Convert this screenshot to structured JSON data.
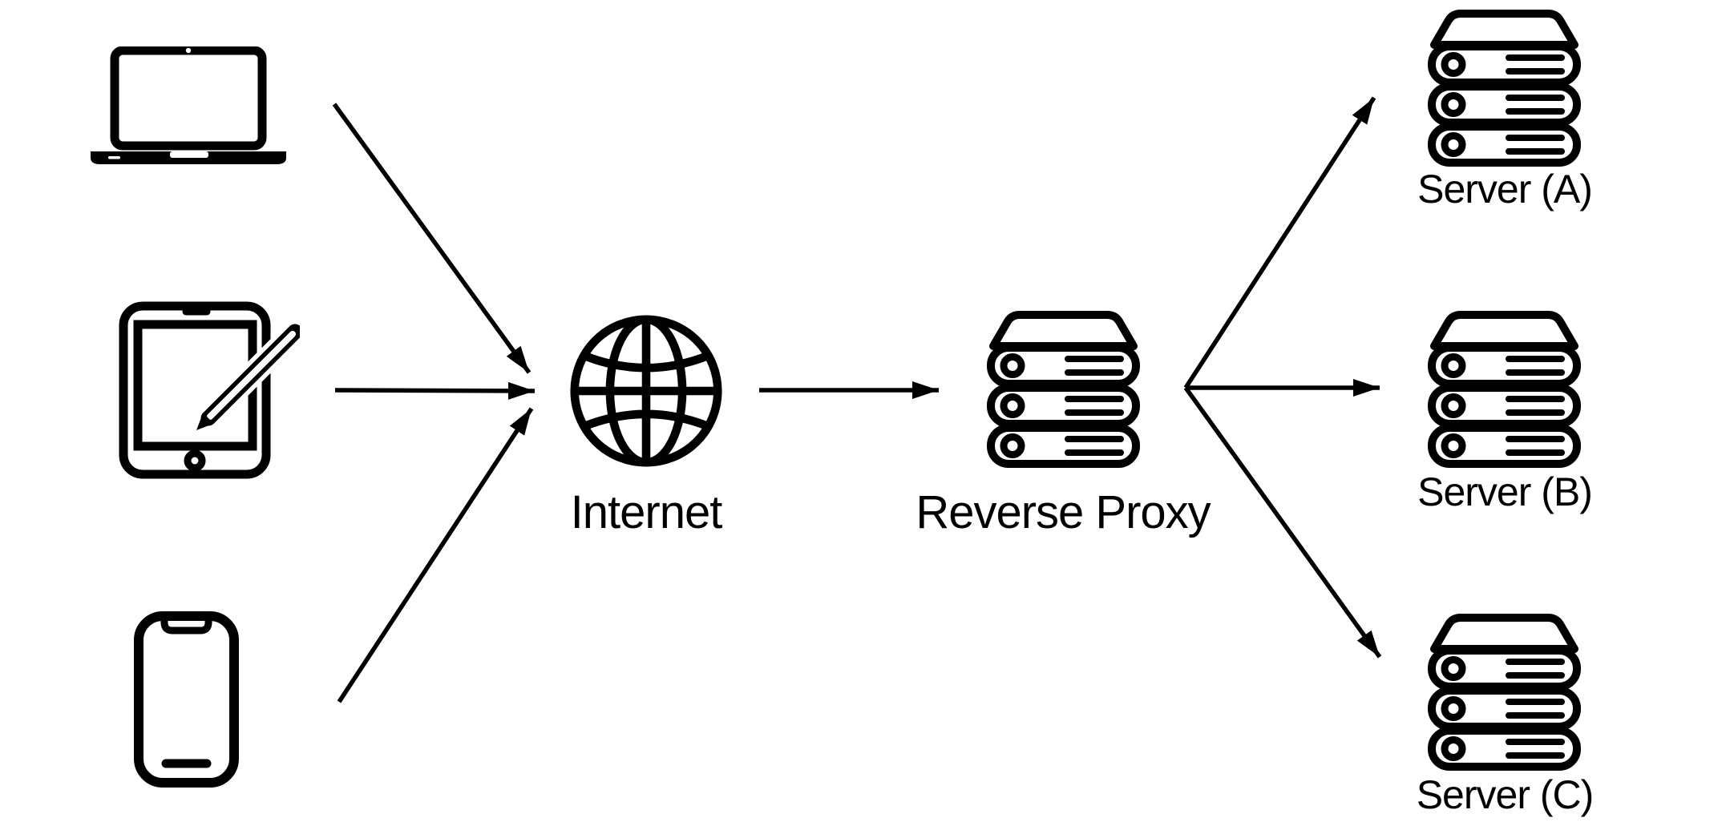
{
  "canvas": {
    "background": "#ffffff",
    "line_color": "#000000"
  },
  "nodes": {
    "clients": {
      "laptop": {
        "icon": "laptop-icon"
      },
      "tablet": {
        "icon": "tablet-stylus-icon"
      },
      "phone": {
        "icon": "smartphone-icon"
      }
    },
    "internet": {
      "icon": "globe-icon",
      "label": "Internet"
    },
    "reverse_proxy": {
      "icon": "server-stack-icon",
      "label": "Reverse Proxy"
    },
    "servers": {
      "a": {
        "icon": "server-stack-icon",
        "label": "Server (A)"
      },
      "b": {
        "icon": "server-stack-icon",
        "label": "Server (B)"
      },
      "c": {
        "icon": "server-stack-icon",
        "label": "Server (C)"
      }
    }
  },
  "edges": [
    {
      "from": "laptop",
      "to": "internet"
    },
    {
      "from": "tablet",
      "to": "internet"
    },
    {
      "from": "phone",
      "to": "internet"
    },
    {
      "from": "internet",
      "to": "reverse-proxy"
    },
    {
      "from": "reverse-proxy",
      "to": "server-a"
    },
    {
      "from": "reverse-proxy",
      "to": "server-b"
    },
    {
      "from": "reverse-proxy",
      "to": "server-c"
    }
  ]
}
